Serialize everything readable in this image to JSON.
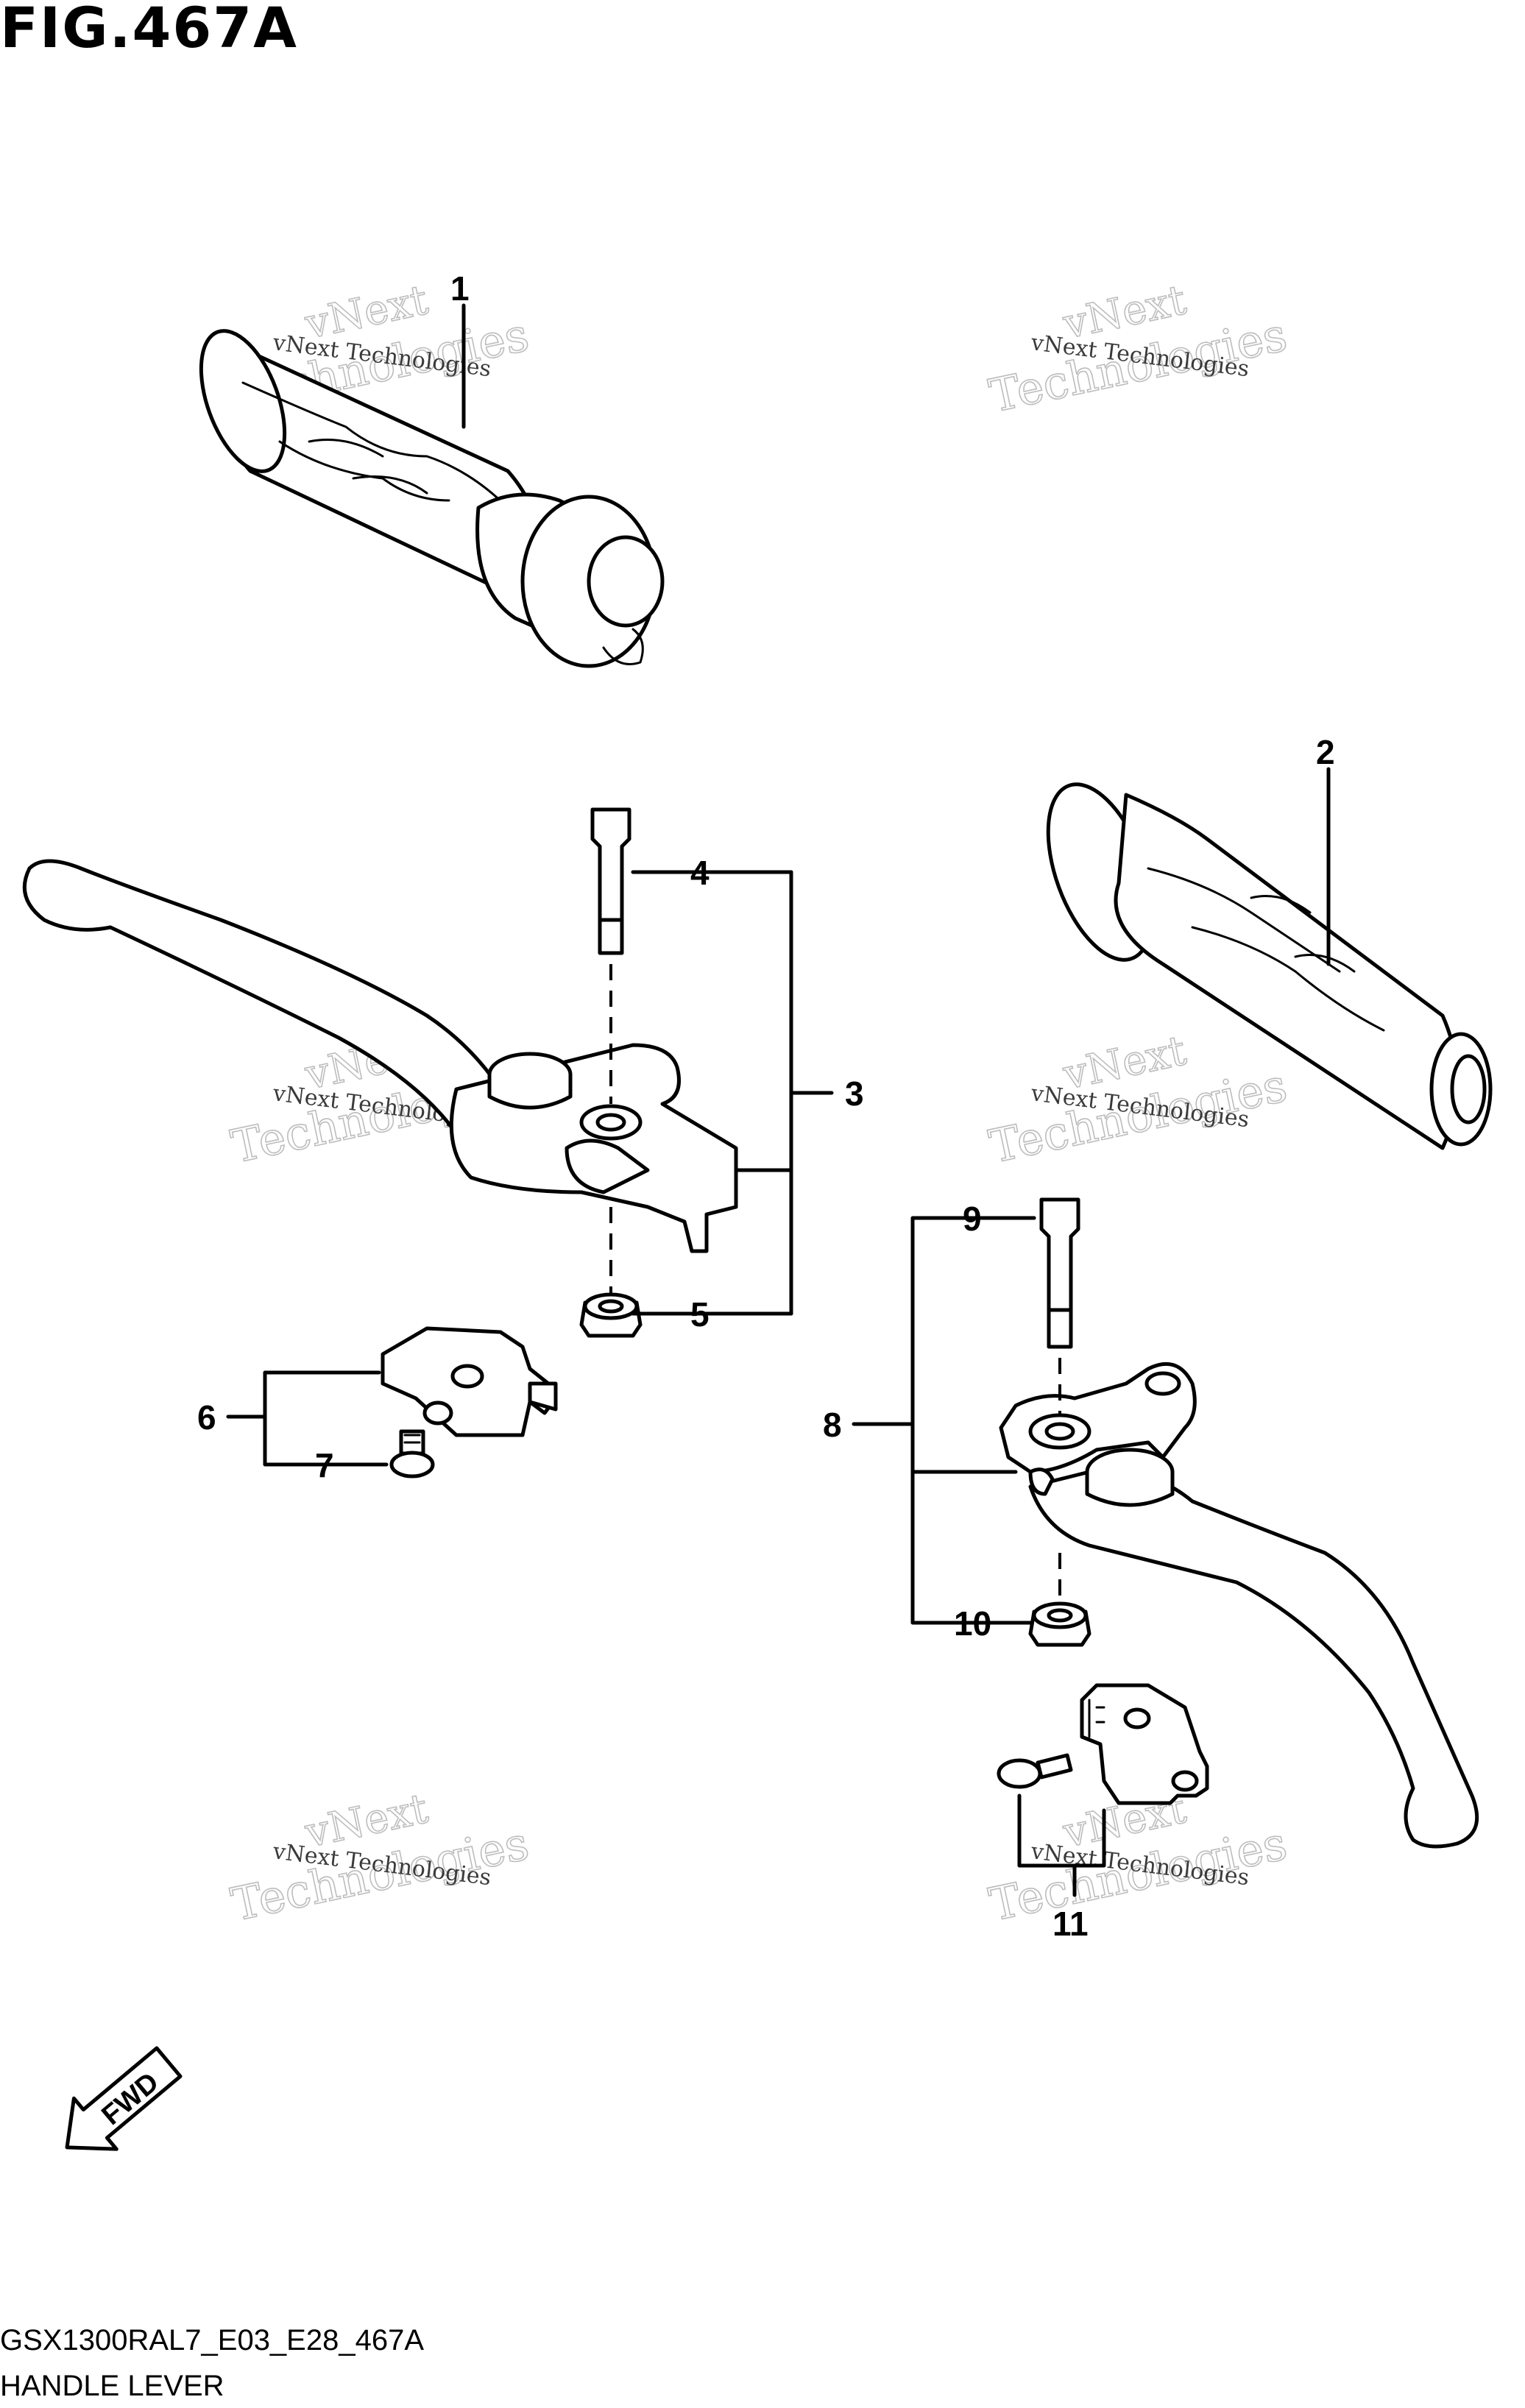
{
  "figure": {
    "title": "FIG.467A",
    "diagram_code": "GSX1300RAL7_E03_E28_467A",
    "diagram_name": "HANDLE LEVER"
  },
  "callouts": [
    "1",
    "2",
    "3",
    "4",
    "5",
    "6",
    "7",
    "8",
    "9",
    "10",
    "11"
  ],
  "watermark": {
    "brand_line1": "vNext",
    "brand_line2": "Technologies",
    "small_line": "vNext Technologies"
  },
  "direction_marker": "FWD"
}
